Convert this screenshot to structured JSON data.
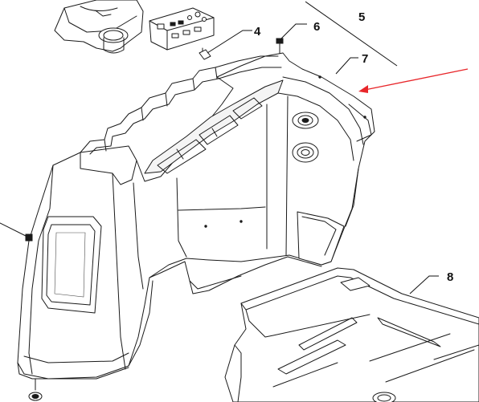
{
  "callouts": {
    "c4": "4",
    "c5": "5",
    "c6": "6",
    "c7": "7",
    "c8": "8"
  },
  "colors": {
    "line": "#1a1a1a",
    "pointer_arrow": "#e8262a",
    "background": "#ffffff"
  }
}
